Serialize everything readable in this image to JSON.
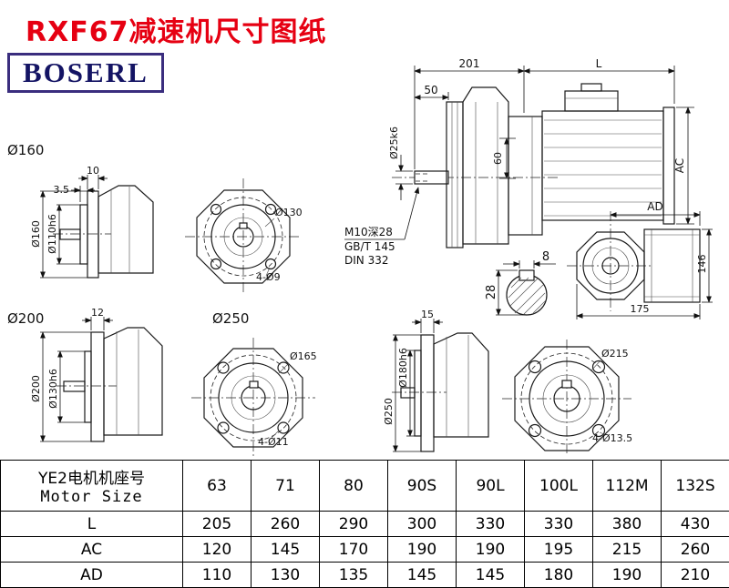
{
  "title": "RXF67减速机尺寸图纸",
  "logo": "BOSERL",
  "drawing": {
    "main": {
      "length_201": "201",
      "length_L": "L",
      "shaft_len": "50",
      "shaft_dia": "Ø25k6",
      "hub_h": "60",
      "motor_dia": "AC"
    },
    "note": {
      "l1": "M10深28",
      "l2": "GB/T 145",
      "l3": "DIN 332"
    },
    "key": {
      "width": "8",
      "height": "28"
    },
    "ad": {
      "label": "AD",
      "height": "146",
      "width": "175"
    },
    "g160": {
      "label": "Ø160",
      "flange_t": "10",
      "spigot_t": "3.5",
      "flange": "Ø160",
      "spigot": "Ø110h6",
      "bolt_circle": "Ø130",
      "holes": "4-Ø9"
    },
    "g200": {
      "label": "Ø200",
      "flange_t": "12",
      "flange": "Ø200",
      "spigot": "Ø130h6",
      "bolt_circle": "Ø165",
      "holes": "4-Ø11"
    },
    "g250": {
      "label": "Ø250",
      "flange_t": "15",
      "flange": "Ø250",
      "spigot": "Ø180h6",
      "bolt_circle": "Ø215",
      "holes": "4-Ø13.5"
    }
  },
  "table": {
    "header_line1": "YE2电机机座号",
    "header_line2": "Motor Size",
    "columns": [
      "63",
      "71",
      "80",
      "90S",
      "90L",
      "100L",
      "112M",
      "132S"
    ],
    "rows": [
      {
        "label": "L",
        "values": [
          "205",
          "260",
          "290",
          "300",
          "330",
          "330",
          "380",
          "430"
        ]
      },
      {
        "label": "AC",
        "values": [
          "120",
          "145",
          "170",
          "190",
          "190",
          "195",
          "215",
          "260"
        ]
      },
      {
        "label": "AD",
        "values": [
          "110",
          "130",
          "135",
          "145",
          "145",
          "180",
          "190",
          "210"
        ]
      }
    ]
  }
}
